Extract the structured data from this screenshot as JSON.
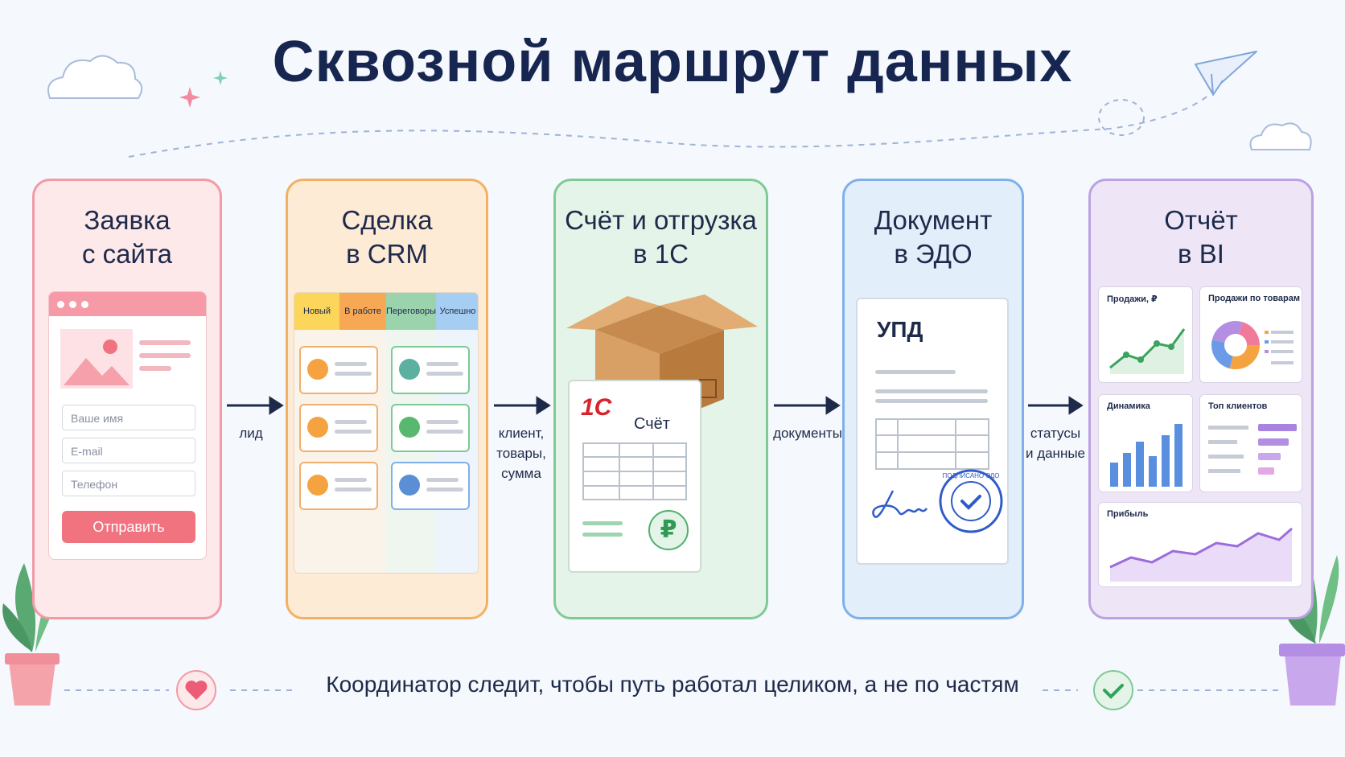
{
  "title": "Сквозной маршрут данных",
  "stages": [
    {
      "title": "Заявка\nс сайта",
      "color": "#f29aa6"
    },
    {
      "title": "Сделка\nв CRM",
      "color": "#f3b063"
    },
    {
      "title": "Счёт и отгрузка\nв 1С",
      "color": "#7fca94"
    },
    {
      "title": "Документ\nв ЭДО",
      "color": "#7fb0ea"
    },
    {
      "title": "Отчёт\nв BI",
      "color": "#bba2e2"
    }
  ],
  "arrows": [
    {
      "label": "лид"
    },
    {
      "label": "клиент,\nтовары,\nсумма"
    },
    {
      "label": "документы"
    },
    {
      "label": "статусы\nи данные"
    }
  ],
  "form": {
    "name_placeholder": "Ваше имя",
    "email_placeholder": "E-mail",
    "phone_placeholder": "Телефон",
    "submit_label": "Отправить"
  },
  "crm": {
    "columns": [
      "Новый",
      "В работе",
      "Переговоры",
      "Успешно"
    ]
  },
  "invoice": {
    "logo": "1С",
    "title": "Счёт",
    "currency_symbol": "₽"
  },
  "edo": {
    "doc_title": "УПД",
    "stamp_text": "ПОДПИСАНО ЭДО"
  },
  "bi": {
    "panels": [
      "Продажи, ₽",
      "Продажи по товарам",
      "Динамика",
      "Топ клиентов",
      "Прибыль"
    ]
  },
  "footer": "Координатор следит, чтобы путь работал целиком, а не по частям"
}
